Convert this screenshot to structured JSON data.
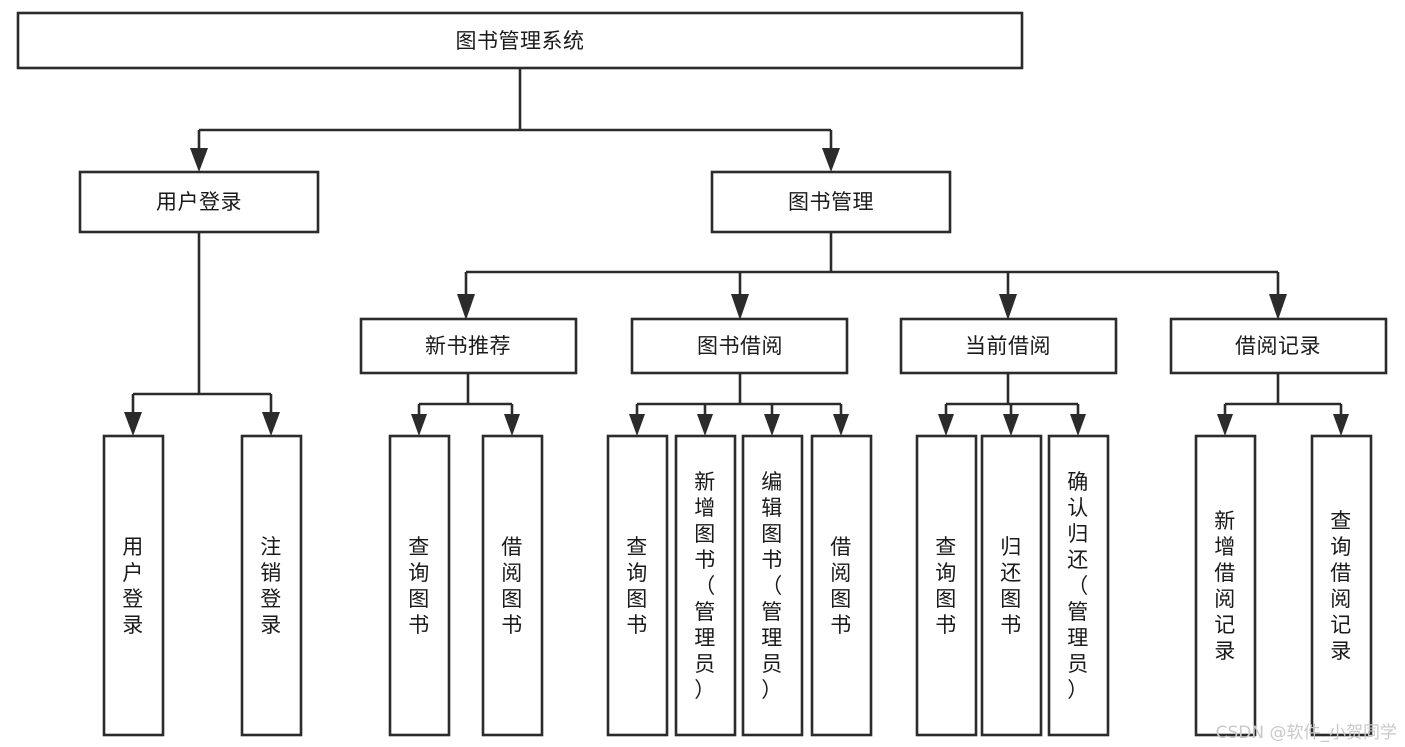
{
  "diagram": {
    "title": "图书管理系统",
    "type": "hierarchy-tree",
    "orientation": "top-down",
    "colors": {
      "background": "#ffffff",
      "box_fill": "#ffffff",
      "box_stroke": "#2b2b2b",
      "text": "#1a1a1a",
      "watermark": "#c9c9c9"
    },
    "levels": [
      {
        "level": 1,
        "nodes": [
          {
            "id": "root",
            "label": "图书管理系统",
            "orientation": "horizontal"
          }
        ]
      },
      {
        "level": 2,
        "nodes": [
          {
            "id": "user-login",
            "label": "用户登录",
            "orientation": "horizontal",
            "parent": "root"
          },
          {
            "id": "book-manage",
            "label": "图书管理",
            "orientation": "horizontal",
            "parent": "root"
          }
        ]
      },
      {
        "level": 3,
        "nodes": [
          {
            "id": "new-book-rec",
            "label": "新书推荐",
            "orientation": "horizontal",
            "parent": "book-manage"
          },
          {
            "id": "book-borrow",
            "label": "图书借阅",
            "orientation": "horizontal",
            "parent": "book-manage"
          },
          {
            "id": "current-borrow",
            "label": "当前借阅",
            "orientation": "horizontal",
            "parent": "book-manage"
          },
          {
            "id": "borrow-record",
            "label": "借阅记录",
            "orientation": "horizontal",
            "parent": "book-manage"
          }
        ]
      },
      {
        "level": 4,
        "nodes": [
          {
            "id": "leaf-user-login",
            "label": "用户登录",
            "orientation": "vertical",
            "parent": "user-login"
          },
          {
            "id": "leaf-logout",
            "label": "注销登录",
            "orientation": "vertical",
            "parent": "user-login"
          },
          {
            "id": "leaf-query-book-rec",
            "label": "查询图书",
            "orientation": "vertical",
            "parent": "new-book-rec"
          },
          {
            "id": "leaf-borrow-book-rec",
            "label": "借阅图书",
            "orientation": "vertical",
            "parent": "new-book-rec"
          },
          {
            "id": "leaf-query-book-borrow",
            "label": "查询图书",
            "orientation": "vertical",
            "parent": "book-borrow"
          },
          {
            "id": "leaf-add-book",
            "label": "新增图书（管理员）",
            "orientation": "vertical",
            "parent": "book-borrow"
          },
          {
            "id": "leaf-edit-book",
            "label": "编辑图书（管理员）",
            "orientation": "vertical",
            "parent": "book-borrow"
          },
          {
            "id": "leaf-borrow-book",
            "label": "借阅图书",
            "orientation": "vertical",
            "parent": "book-borrow"
          },
          {
            "id": "leaf-query-book-current",
            "label": "查询图书",
            "orientation": "vertical",
            "parent": "current-borrow"
          },
          {
            "id": "leaf-return-book",
            "label": "归还图书",
            "orientation": "vertical",
            "parent": "current-borrow"
          },
          {
            "id": "leaf-confirm-return",
            "label": "确认归还（管理员）",
            "orientation": "vertical",
            "parent": "current-borrow"
          },
          {
            "id": "leaf-add-record",
            "label": "新增借阅记录",
            "orientation": "vertical",
            "parent": "borrow-record"
          },
          {
            "id": "leaf-query-record",
            "label": "查询借阅记录",
            "orientation": "vertical",
            "parent": "borrow-record"
          }
        ]
      }
    ]
  },
  "watermark": {
    "text": "CSDN @软件_小贺同学"
  }
}
